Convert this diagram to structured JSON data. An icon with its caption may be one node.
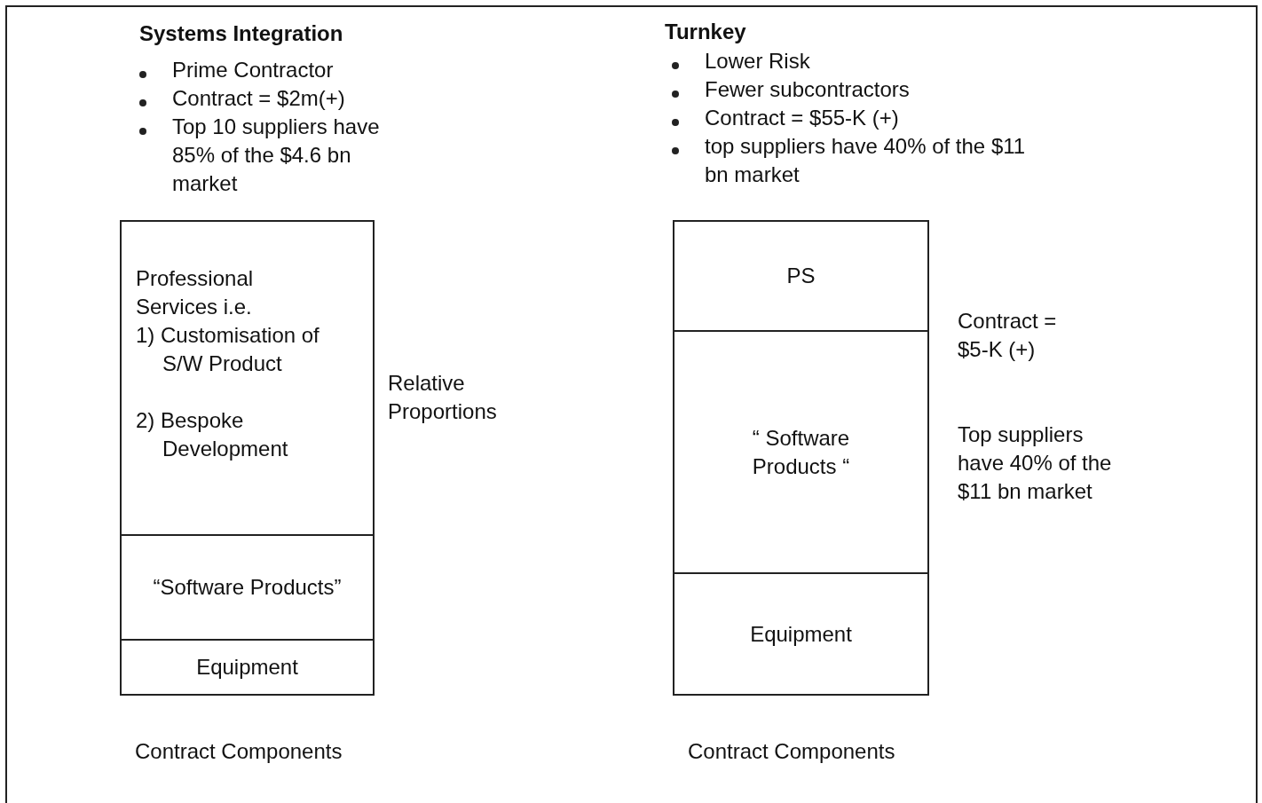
{
  "diagram": {
    "nodes": [
      {
        "text": [
          "Professional Services i.e.",
          "1) Customisation of S/W Product",
          "2) Bespoke Development"
        ]
      },
      {
        "text": [
          "“Software Products”"
        ]
      },
      {
        "text": [
          "Equipment"
        ]
      },
      {
        "text": [
          "PS"
        ]
      },
      {
        "text": [
          "“ Software Products “"
        ]
      },
      {
        "text": [
          "Equipment"
        ]
      }
    ],
    "labels": [
      "Systems Integration",
      "Prime Contractor",
      "Contract = $2m(+)",
      "Top 10 suppliers have 85% of the $4.6 bn market",
      "Turnkey",
      "Lower Risk",
      "Fewer subcontractors",
      "Contract = $55-K (+)",
      "top suppliers have 40% of the $11 bn market",
      "Relative Proportions",
      "Contract = $5-K (+)",
      "Top suppliers have 40% of the $11 bn market",
      "Contract Components",
      "Contract Components"
    ]
  }
}
